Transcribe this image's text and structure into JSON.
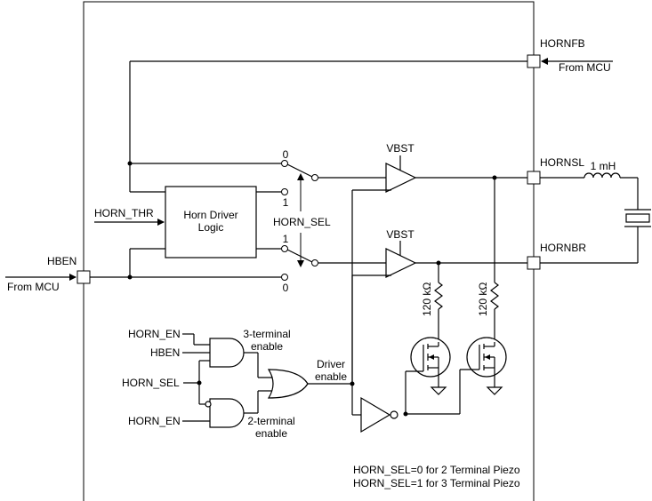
{
  "pins": {
    "hbfb": "HORNFB",
    "hornsl": "HORNSL",
    "hornbr": "HORNBR",
    "hben": "HBEN"
  },
  "sources": {
    "from_mcu_top": "From MCU",
    "from_mcu_left": "From MCU"
  },
  "inputs": {
    "horn_thr": "HORN_THR",
    "horn_en_top": "HORN_EN",
    "hben_gate": "HBEN",
    "horn_sel_gate": "HORN_SEL",
    "horn_en_bottom": "HORN_EN"
  },
  "blocks": {
    "driver_logic_line1": "Horn Driver",
    "driver_logic_line2": "Logic"
  },
  "switch": {
    "sel_label": "HORN_SEL",
    "top_0": "0",
    "top_1": "1",
    "bot_1": "1",
    "bot_0": "0"
  },
  "supply": {
    "vbst_top": "VBST",
    "vbst_bottom": "VBST"
  },
  "components": {
    "inductor": "1 mH",
    "res_left": "120 kΩ",
    "res_right": "120 kΩ"
  },
  "gates": {
    "three_terminal_1": "3-terminal",
    "three_terminal_2": "enable",
    "two_terminal_1": "2-terminal",
    "two_terminal_2": "enable",
    "driver_enable_1": "Driver",
    "driver_enable_2": "enable"
  },
  "notes": {
    "line1": "HORN_SEL=0 for 2 Terminal Piezo",
    "line2": "HORN_SEL=1 for 3 Terminal Piezo"
  }
}
